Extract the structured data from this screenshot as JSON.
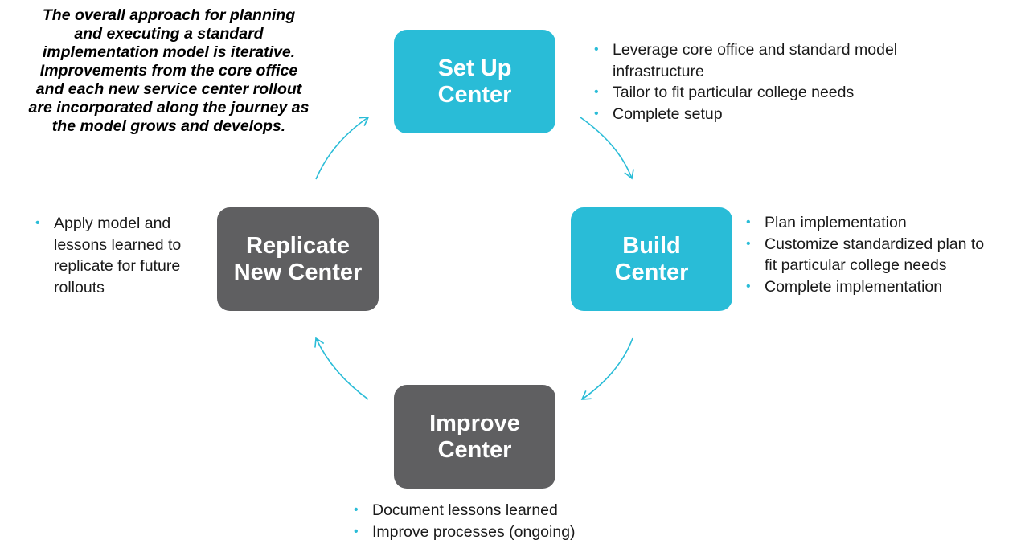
{
  "intro_text": {
    "lines": [
      "The overall approach for planning",
      "and executing a standard",
      "implementation  model is iterative.",
      "Improvements from the core office",
      "and each new service center rollout",
      "are incorporated along the journey as",
      "the model grows and develops."
    ]
  },
  "stages": {
    "setup": {
      "label_lines": [
        "Set Up",
        "Center"
      ],
      "color": "#29bcd7",
      "bullets": [
        {
          "lines": [
            "Leverage core office and standard model",
            "infrastructure"
          ]
        },
        {
          "lines": [
            "Tailor to fit particular college needs"
          ]
        },
        {
          "lines": [
            "Complete setup"
          ]
        }
      ]
    },
    "build": {
      "label_lines": [
        "Build",
        "Center"
      ],
      "color": "#29bcd7",
      "bullets": [
        {
          "lines": [
            "Plan implementation"
          ]
        },
        {
          "lines": [
            "Customize standardized plan to",
            "fit particular college needs"
          ]
        },
        {
          "lines": [
            "Complete implementation"
          ]
        }
      ]
    },
    "improve": {
      "label_lines": [
        "Improve",
        "Center"
      ],
      "color": "#5f5f61",
      "bullets": [
        {
          "lines": [
            "Document lessons learned"
          ]
        },
        {
          "lines": [
            "Improve processes (ongoing)"
          ]
        }
      ]
    },
    "replicate": {
      "label_lines": [
        "Replicate",
        "New Center"
      ],
      "color": "#5f5f61",
      "bullets": [
        {
          "lines": [
            "Apply model and",
            "lessons learned to",
            "replicate for future",
            "rollouts"
          ]
        }
      ]
    }
  },
  "bullet_symbol": "•",
  "colors": {
    "accent": "#29bcd7",
    "gray": "#5f5f61",
    "arrow": "#29bcd7"
  }
}
